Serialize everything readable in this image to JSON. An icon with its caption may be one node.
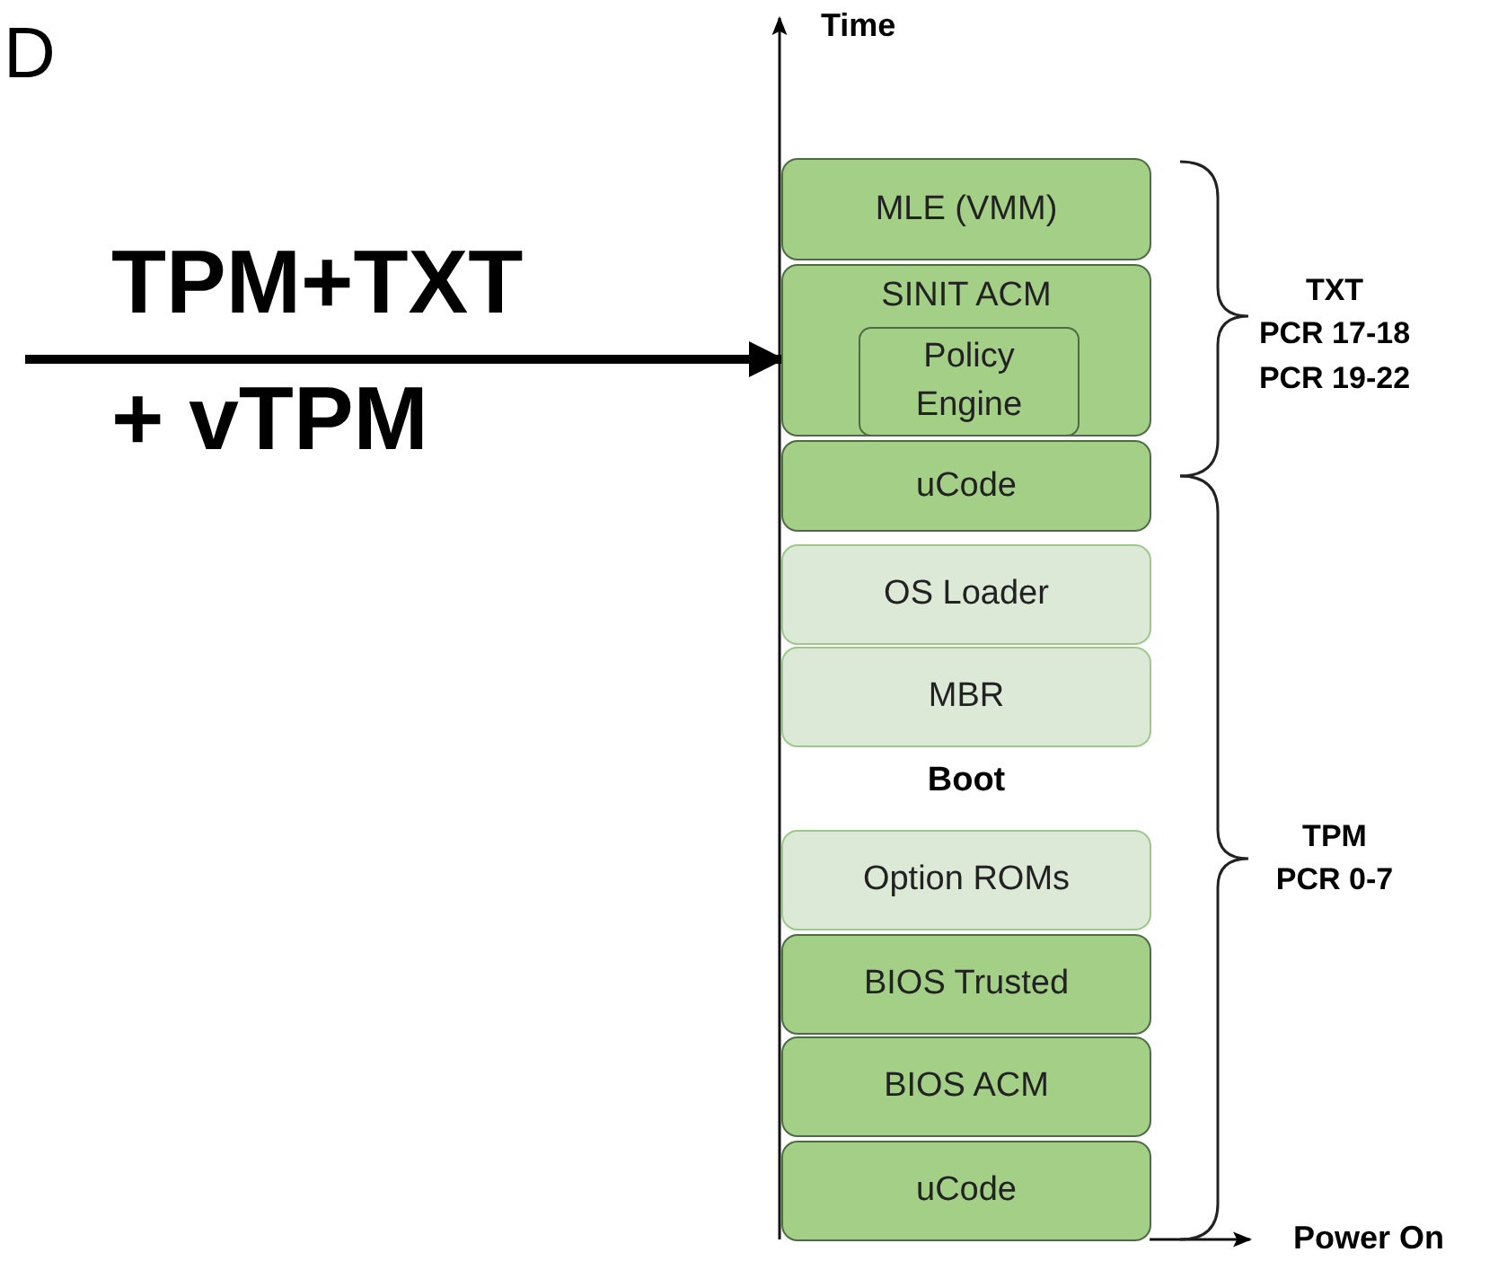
{
  "diagram": {
    "nodes": [
      {
        "text": [
          "MLE (VMM)"
        ]
      },
      {
        "text": [
          "SINIT ACM"
        ]
      },
      {
        "text": [
          "Policy Engine"
        ],
        "in": 1
      },
      {
        "text": [
          "uCode"
        ]
      },
      {
        "text": [
          "OS Loader"
        ]
      },
      {
        "text": [
          "MBR"
        ]
      },
      {
        "text": [
          "Option ROMs"
        ]
      },
      {
        "text": [
          "BIOS Trusted"
        ]
      },
      {
        "text": [
          "BIOS ACM"
        ]
      },
      {
        "text": [
          "uCode"
        ]
      }
    ],
    "edges": [
      {
        "from": null,
        "to": 1,
        "arrow": "to"
      }
    ],
    "labels": [
      "D",
      "TPM+TXT",
      "+ vTPM",
      "Time",
      "TXT",
      "PCR 17-18",
      "PCR 19-22",
      "Boot",
      "TPM",
      "PCR 0-7",
      "Power On"
    ]
  }
}
